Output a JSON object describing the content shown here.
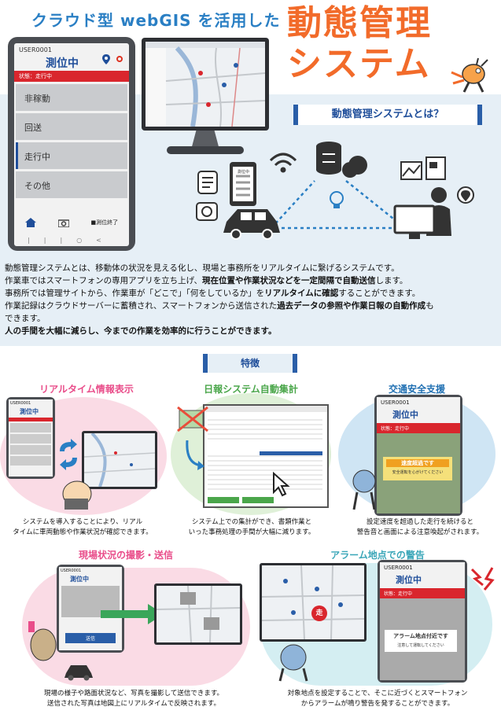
{
  "header": {
    "subtitle": "クラウド型 webGIS を活用した",
    "title_line1": "動態管理",
    "title_line2": "システム"
  },
  "phone": {
    "user": "USER0001",
    "status": "測位中",
    "status_bar": "状態：走行中",
    "items": [
      "非稼動",
      "回送",
      "走行中",
      "その他"
    ],
    "end_label": "■測位終了"
  },
  "section_head": "動態管理システムとは？",
  "diagram": {
    "phone_label": "測位中"
  },
  "description": {
    "line1": "動態管理システムとは、移動体の状況を見える化し、現場と事務所をリアルタイムに繋げるシステムです。",
    "line2_a": "作業車ではスマートフォンの専用アプリを立ち上げ、",
    "line2_b": "現在位置や作業状況などを一定間隔で自動送信",
    "line2_c": "します。",
    "line3_a": "事務所では管理サイトから、作業車が「どこで」「何をしているか」を",
    "line3_b": "リアルタイムに確認",
    "line3_c": "することができます。",
    "line4_a": "作業記録はクラウドサーバーに蓄積され、スマートフォンから送信された",
    "line4_b": "過去データの参照や作業日報の自動作成",
    "line4_c": "も",
    "line5": "できます。",
    "line6": "人の手間を大幅に減らし、今までの作業を効率的に行うことができます。"
  },
  "features_title": "特徴",
  "features": [
    {
      "title": "リアルタイム情報表示",
      "caption1": "システムを導入することにより、リアル",
      "caption2": "タイムに車両動態や作業状況が確認できます。"
    },
    {
      "title": "日報システム自動集計",
      "caption1": "システム上での集計ができ、書類作業と",
      "caption2": "いった事務処理の手間が大幅に減ります。"
    },
    {
      "title": "交通安全支援",
      "caption1": "設定速度を超過した走行を続けると",
      "caption2": "警告音と画面による注意喚起がされます。",
      "alert1": "速度超過です",
      "alert2": "安全運転を心がけてください",
      "user": "USER0001",
      "status": "測位中",
      "bar": "状態：走行中"
    },
    {
      "title": "現場状況の撮影・送信",
      "caption1": "現場の様子や路面状況など、写真を撮影して送信できます。",
      "caption2": "送信された写真は地図上にリアルタイムで反映されます。",
      "user": "USER0001",
      "status": "測位中",
      "send": "送信"
    },
    {
      "title": "アラーム地点での警告",
      "caption1": "対象地点を設定することで、そこに近づくとスマートフォン",
      "caption2": "からアラームが鳴り警告を発することができます。",
      "user": "USER0001",
      "status": "測位中",
      "bar": "状態：走行中",
      "alert1": "アラーム地点付近です",
      "alert2": "注意して運転してください",
      "marker": "走"
    }
  ],
  "colors": {
    "accent_blue": "#2a5ea8",
    "title_orange": "#f26b2a",
    "alert_red": "#d9262d",
    "feature_pink": "#e94d8a",
    "feature_green": "#4aa64a",
    "feature_blue": "#1f6fb2"
  }
}
